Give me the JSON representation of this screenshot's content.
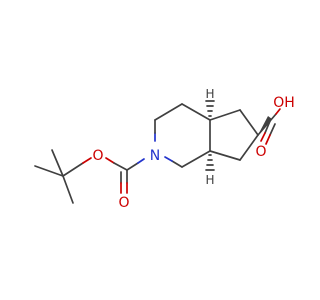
{
  "molecule": {
    "atoms": {
      "n": "N",
      "o_ester": "O",
      "o_carbonyl_boc": "O",
      "o_acid_h": "OH",
      "o_acid_carbonyl": "O",
      "h_top": "H",
      "h_bottom": "H"
    },
    "colors": {
      "bond": "#404040",
      "oxygen": "#cc0000",
      "nitrogen": "#2233cc"
    }
  }
}
